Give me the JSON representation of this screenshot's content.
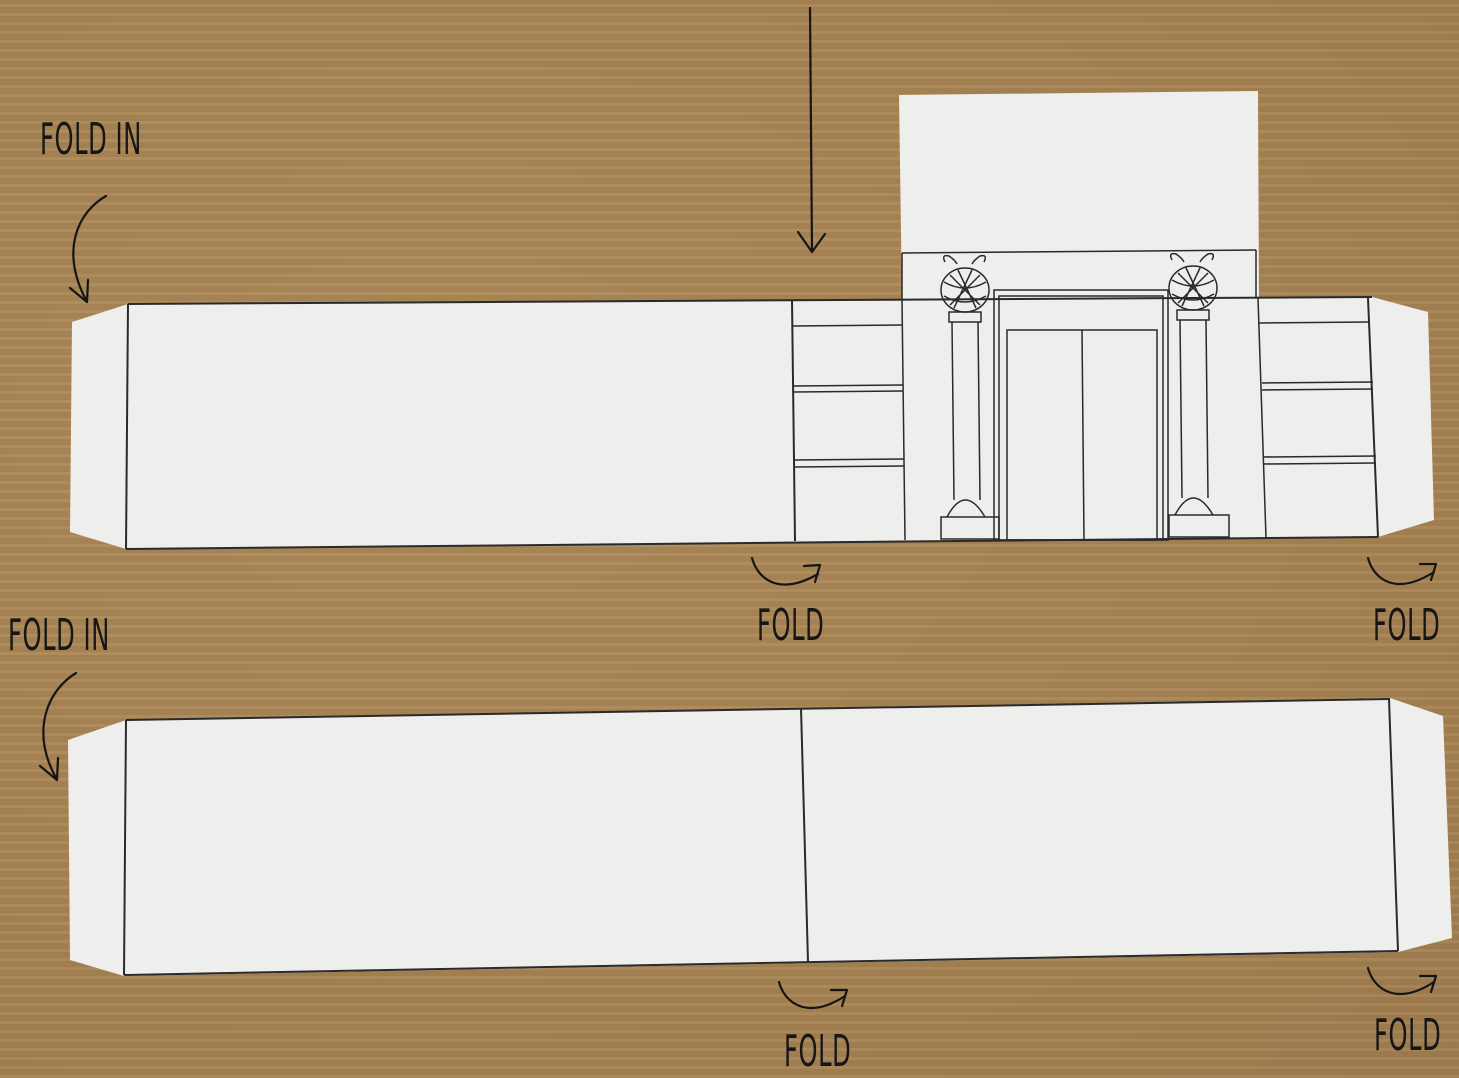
{
  "labels": {
    "fold_in_top": "FOLD IN",
    "fold_in_bottom": "FOLD IN",
    "fold_top_middle": "FOLD",
    "fold_top_right": "FOLD",
    "fold_bottom_middle": "FOLD",
    "fold_bottom_right": "FOLD"
  },
  "colors": {
    "cardboard": "#a98656",
    "paper": "#eeeeed",
    "ink": "#2a2a2a"
  }
}
